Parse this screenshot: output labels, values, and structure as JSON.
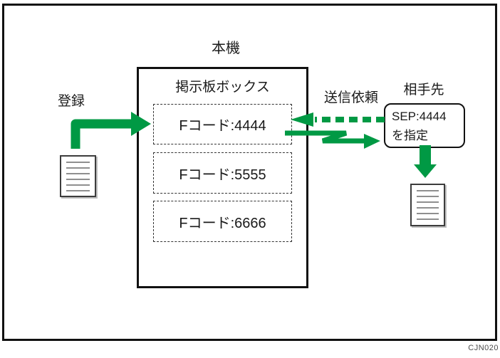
{
  "page": {
    "caption": "CJN020"
  },
  "machine": {
    "title": "本機",
    "board_title": "掲示板ボックス",
    "fcodes": [
      "Fコード:4444",
      "Fコード:5555",
      "Fコード:6666"
    ]
  },
  "labels": {
    "register": "登録",
    "send_request": "送信依頼",
    "destination": "相手先"
  },
  "sep_box": {
    "line1": "SEP:4444",
    "line2": "を指定"
  },
  "icons": {
    "left_document": "document-icon",
    "right_document": "document-icon",
    "register_arrow": "register-arrow-icon",
    "send_request_arrow": "dashed-left-arrow-icon",
    "return_arrow": "zigzag-right-arrow-icon",
    "receive_arrow": "down-arrow-icon"
  },
  "colors": {
    "arrow_green": "#009944",
    "border_black": "#111111",
    "doc_line_gray": "#8f8f8f",
    "caption_gray": "#4d4d4d"
  }
}
